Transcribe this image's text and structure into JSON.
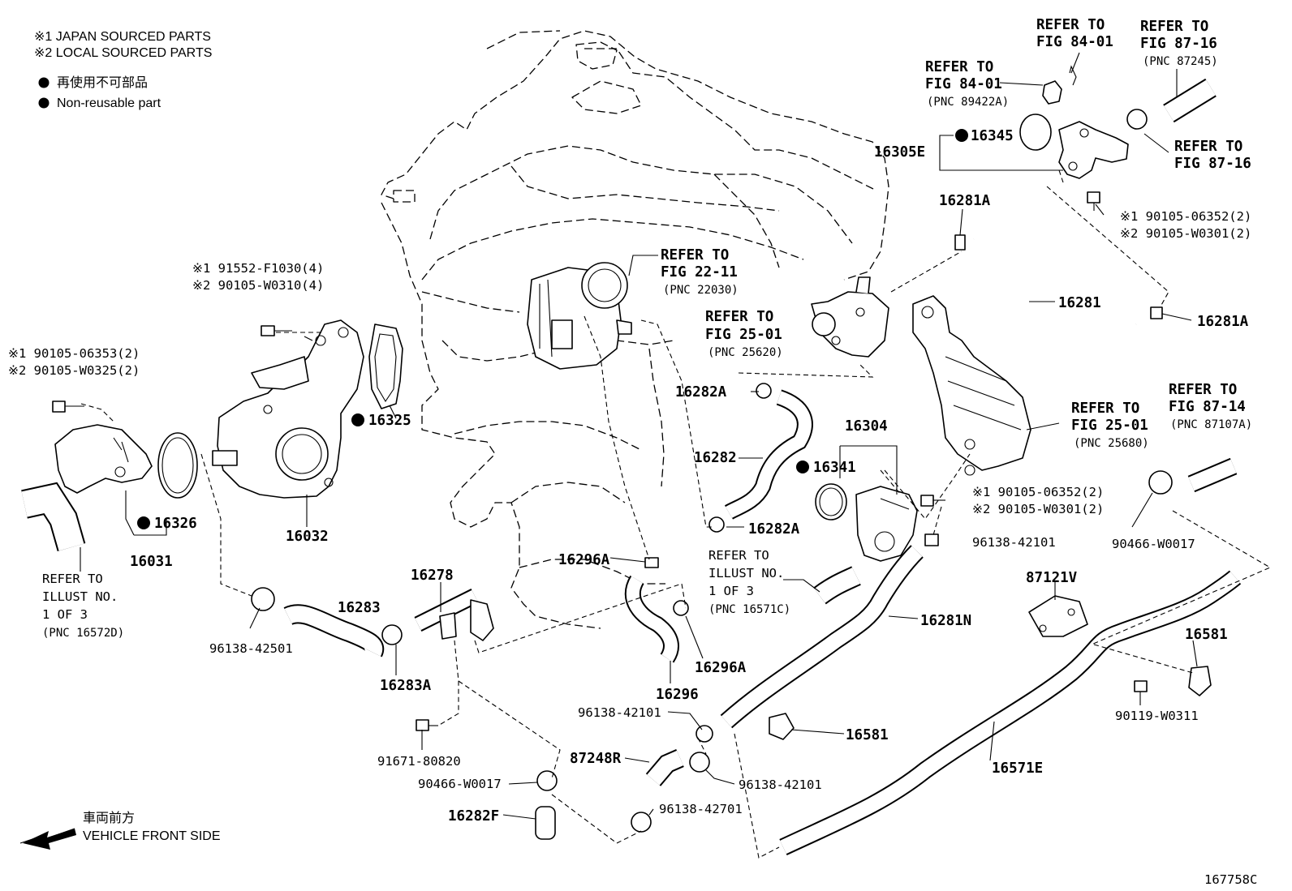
{
  "legend": {
    "note1": "※1  JAPAN SOURCED PARTS",
    "note2": "※2  LOCAL SOURCED PARTS",
    "nonreusable_jp": "再使用不可部品",
    "nonreusable_en": "Non-reusable part"
  },
  "front": {
    "jp": "車両前方",
    "en": "VEHICLE FRONT SIDE"
  },
  "illustration_id": "167758C",
  "refs": {
    "r84a_1": "REFER TO",
    "r84a_2": "FIG 84-01",
    "r84b_1": "REFER TO",
    "r84b_2": "FIG 84-01",
    "r84b_3": "(PNC 89422A)",
    "r8716a_1": "REFER TO",
    "r8716a_2": "FIG 87-16",
    "r8716a_3": "(PNC 87245)",
    "r8716b_1": "REFER TO",
    "r8716b_2": "FIG 87-16",
    "r2211_1": "REFER TO",
    "r2211_2": "FIG 22-11",
    "r2211_3": "(PNC 22030)",
    "r2501a_1": "REFER TO",
    "r2501a_2": "FIG 25-01",
    "r2501a_3": "(PNC 25620)",
    "r2501b_1": "REFER TO",
    "r2501b_2": "FIG 25-01",
    "r2501b_3": "(PNC 25680)",
    "r8714_1": "REFER TO",
    "r8714_2": "FIG 87-14",
    "r8714_3": "(PNC 87107A)",
    "rill_d_1": "REFER TO",
    "rill_d_2": "ILLUST NO.",
    "rill_d_3": "1 OF 3",
    "rill_d_4": "(PNC 16572D)",
    "rill_c_1": "REFER TO",
    "rill_c_2": "ILLUST NO.",
    "rill_c_3": "1 OF 3",
    "rill_c_4": "(PNC 16571C)"
  },
  "bolts": {
    "b91552": "※1 91552-F1030(4)",
    "b90105w0310": "※2 90105-W0310(4)",
    "b9010506353": "※1 90105-06353(2)",
    "b90105w0325": "※2 90105-W0325(2)",
    "b9010506352a": "※1 90105-06352(2)",
    "b90105w0301a": "※2 90105-W0301(2)",
    "b9010506352b": "※1 90105-06352(2)",
    "b90105w0301b": "※2 90105-W0301(2)"
  },
  "parts": {
    "p16305E": "16305E",
    "p16345": "16345",
    "p16281A_1": "16281A",
    "p16281A_2": "16281A",
    "p16281": "16281",
    "p16282A_1": "16282A",
    "p16282A_2": "16282A",
    "p16282": "16282",
    "p16304": "16304",
    "p16341": "16341",
    "p16325": "16325",
    "p16326": "16326",
    "p16031": "16031",
    "p16032": "16032",
    "p16278": "16278",
    "p16283": "16283",
    "p16283A": "16283A",
    "p96138_42501": "96138-42501",
    "p16296A_1": "16296A",
    "p16296A_2": "16296A",
    "p16296": "16296",
    "p96138_42101_a": "96138-42101",
    "p96138_42101_b": "96138-42101",
    "p96138_42101_c": "96138-42101",
    "p16281N": "16281N",
    "p87121V": "87121V",
    "p16581_a": "16581",
    "p16581_b": "16581",
    "p90466_W0017_a": "90466-W0017",
    "p90466_W0017_b": "90466-W0017",
    "p90119_W0311": "90119-W0311",
    "p16571E": "16571E",
    "p91671_80820": "91671-80820",
    "p87248R": "87248R",
    "p96138_42701": "96138-42701",
    "p16282F": "16282F"
  }
}
